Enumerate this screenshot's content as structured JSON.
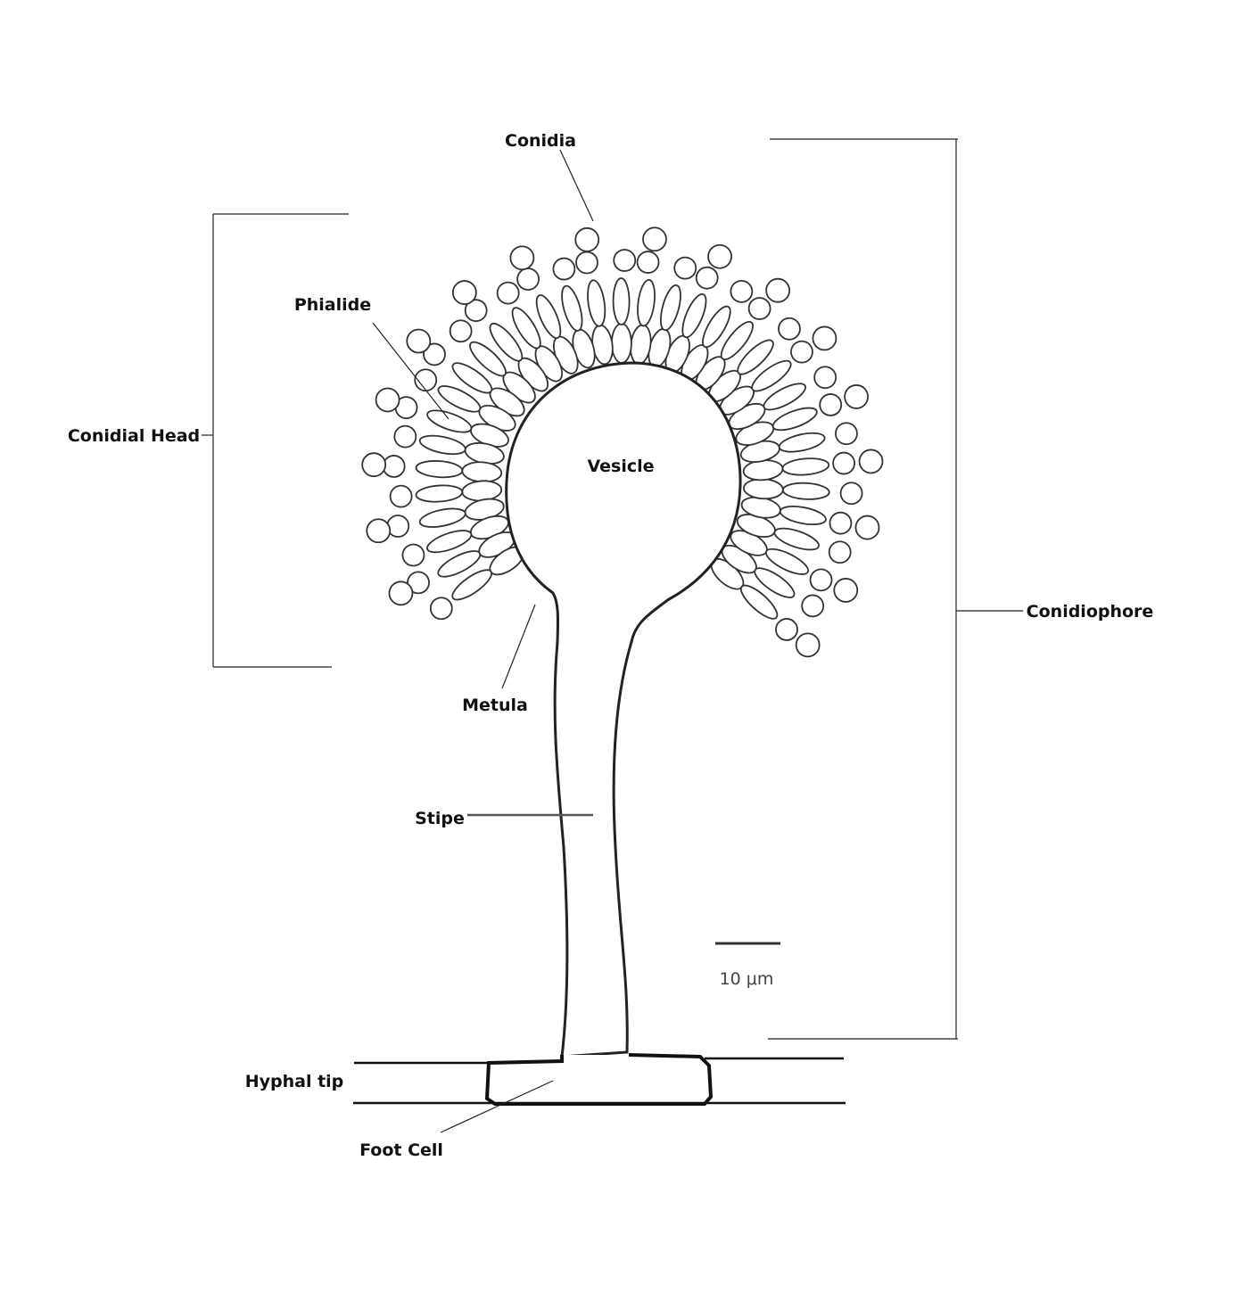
{
  "title": "Conidiophore structure diagram",
  "labels": {
    "conidia": "Conidia",
    "phialide": "Phialide",
    "conidial_head": "Conidial Head",
    "vesicle": "Vesicle",
    "metula": "Metula",
    "stipe": "Stipe",
    "conidiophore": "Conidiophore",
    "hyphal_tip": "Hyphal tip",
    "foot_cell": "Foot Cell"
  },
  "scale_bar": {
    "label": "10 μm"
  },
  "colors": {
    "stroke": "#222222",
    "background": "#ffffff"
  }
}
